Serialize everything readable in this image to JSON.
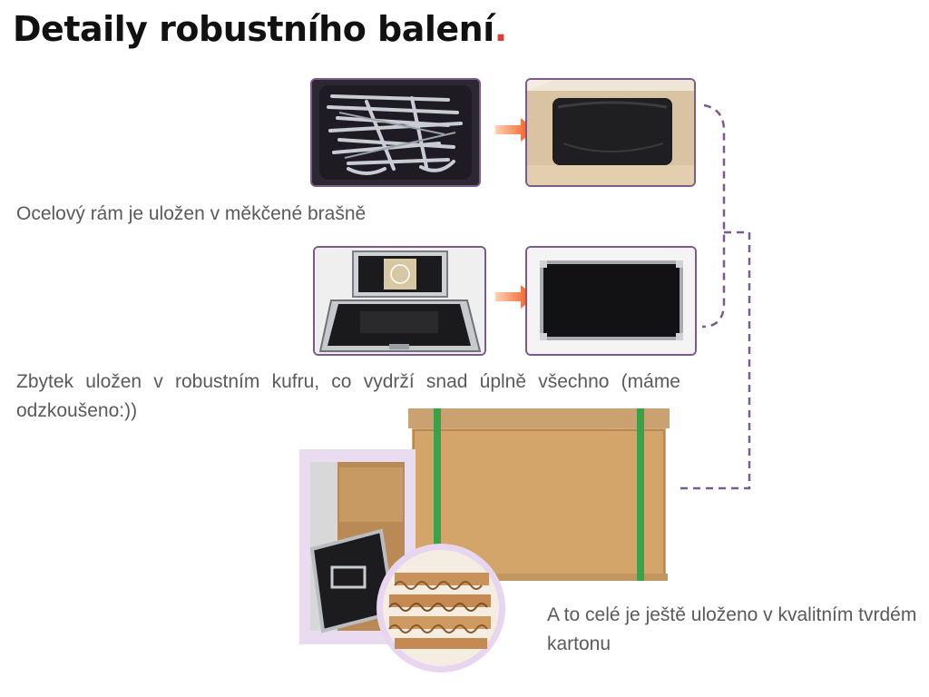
{
  "page": {
    "title": "Detaily robustního balení",
    "title_dot": ".",
    "accent_color": "#e53935",
    "frame_color": "#7d5a8e"
  },
  "captions": {
    "frame_bag": "Ocelový rám je uložen v měkčené brašně",
    "rest_case": "Zbytek uložen v robustním kufru, co vydrží snad úplně všechno (máme odzkoušeno:))",
    "carton": "A to celé je ještě uloženo v kvalitním tvrdém kartonu"
  },
  "images": {
    "bag": "steel-frame-in-padded-bag",
    "bag_in_box": "bag-in-cardboard-box",
    "flight_case": "open-flight-case",
    "panel": "black-display-panel",
    "carton": "cardboard-carton-with-straps",
    "carton_inside": "case-inside-carton",
    "carton_layers": "corrugated-cardboard-layers"
  },
  "icons": {
    "arrow": "arrow-right-icon",
    "bracket": "dashed-bracket-connector"
  }
}
